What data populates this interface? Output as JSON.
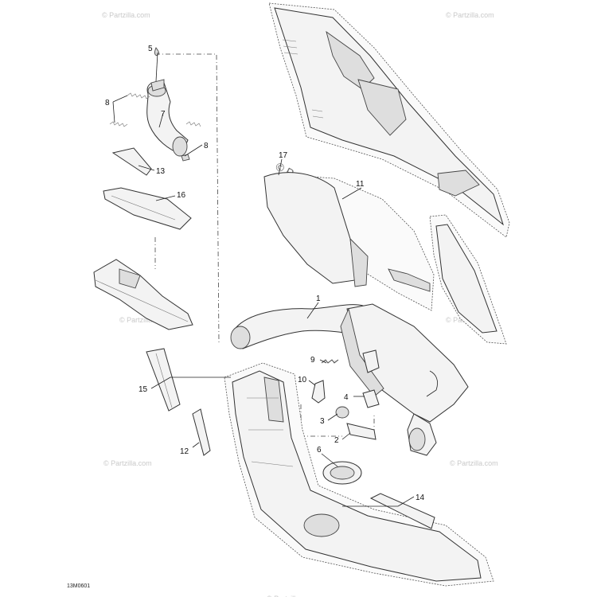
{
  "drawing_code": "13M0601",
  "watermarks": {
    "small": "© Partzilla.com",
    "center": "© Partzilla.com"
  },
  "callouts": {
    "c1": "1",
    "c2": "2",
    "c3": "3",
    "c4": "4",
    "c5": "5",
    "c6": "6",
    "c7": "7",
    "c8a": "8",
    "c8b": "8",
    "c9": "9",
    "c10": "10",
    "c11": "11",
    "c12": "12",
    "c13": "13",
    "c14": "14",
    "c15": "15",
    "c16": "16",
    "c17": "17"
  }
}
